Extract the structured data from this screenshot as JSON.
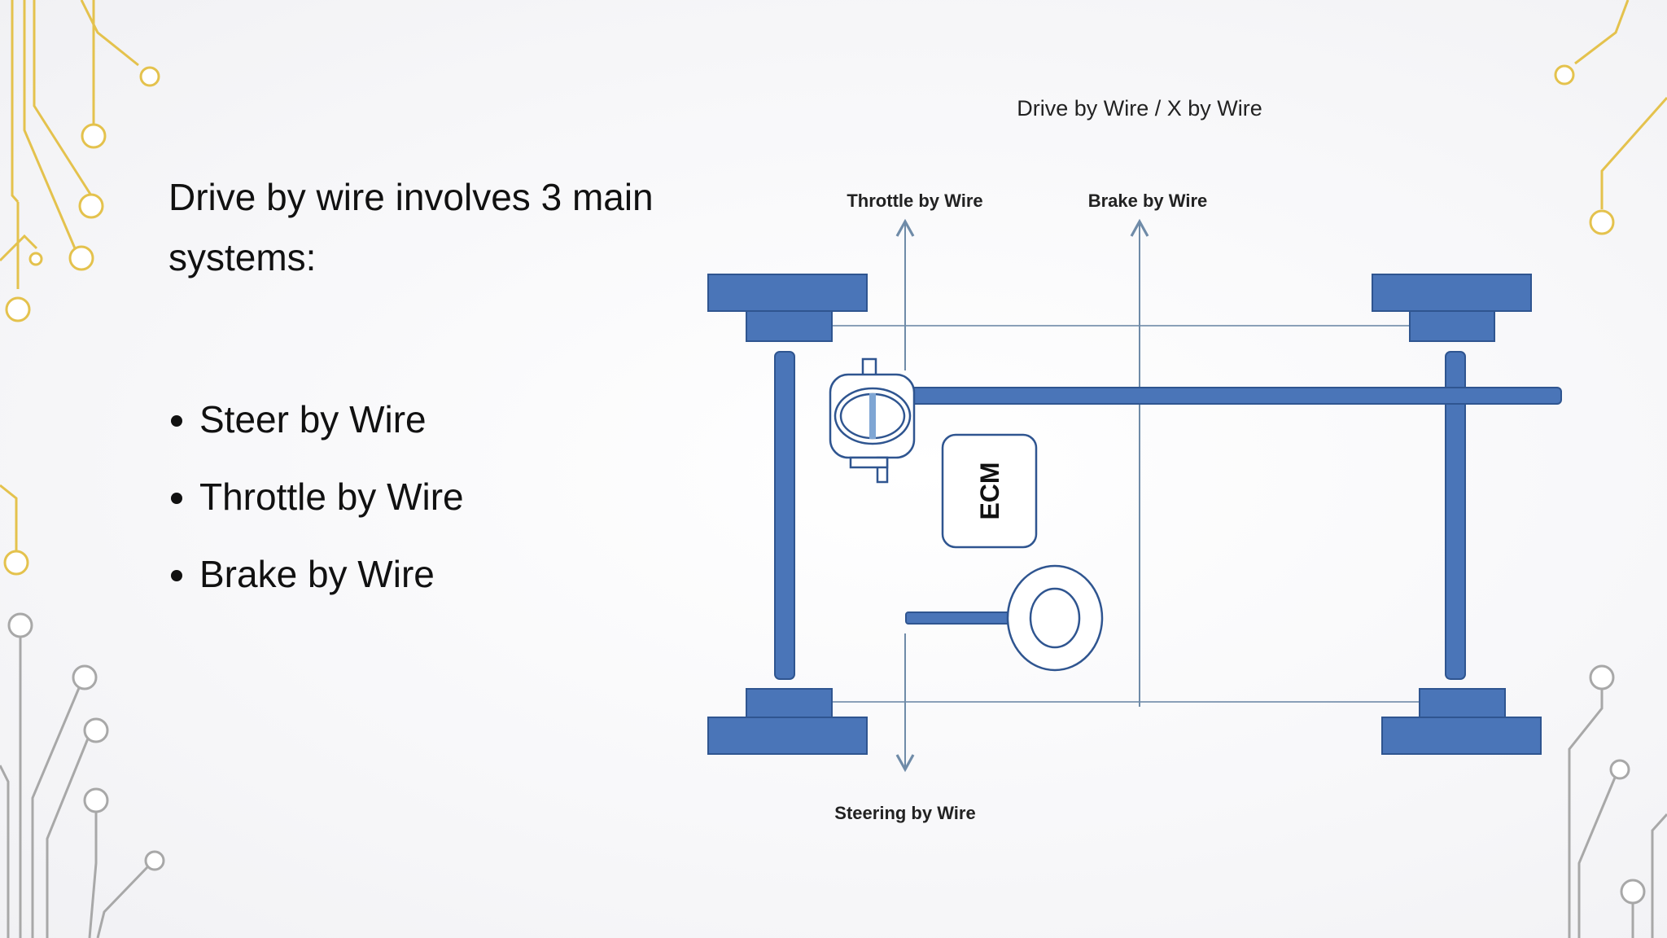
{
  "intro": "Drive by wire involves 3 main systems:",
  "bullets": [
    "Steer by Wire",
    "Throttle by Wire",
    "Brake by Wire"
  ],
  "diagram": {
    "title": "Drive by Wire / X by Wire",
    "throttle_label": "Throttle by Wire",
    "brake_label": "Brake by Wire",
    "steering_label": "Steering by Wire",
    "ecm_label": "ECM"
  },
  "colors": {
    "chassis_fill": "#4a75b8",
    "chassis_stroke": "#2f5590",
    "arrow_line": "#6f8ba8",
    "circuit_gold": "#e4c24d",
    "circuit_gray": "#a8a8a8"
  }
}
